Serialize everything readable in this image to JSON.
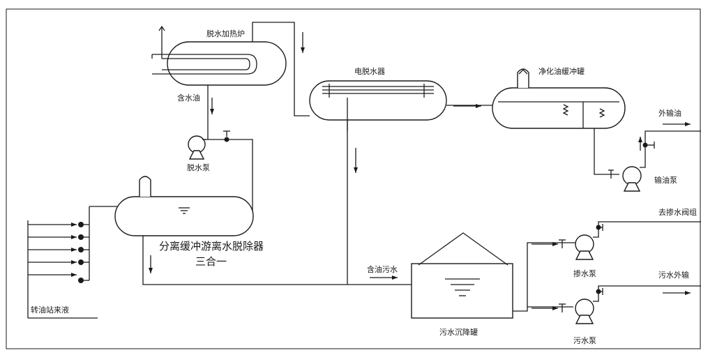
{
  "labels": {
    "furnace": "脱水加热炉",
    "wet_oil": "含水油",
    "dehydration_pump": "脱水泵",
    "electro_dehydrator": "电脱水器",
    "buffer_tank": "净化油缓冲罐",
    "export_oil": "外输油",
    "export_pump": "输油泵",
    "separator_line1": "分离缓冲游离水脱除器",
    "separator_line2": "三合一",
    "transfer_liquid": "转油站来液",
    "oily_sewage": "含油污水",
    "settling_tank": "污水沉降罐",
    "to_blend_valve": "去掺水阀组",
    "blend_pump": "掺水泵",
    "sewage_export": "污水外输",
    "sewage_pump": "污水泵"
  },
  "colors": {
    "line": "#1a1a1a",
    "background": "#ffffff"
  }
}
